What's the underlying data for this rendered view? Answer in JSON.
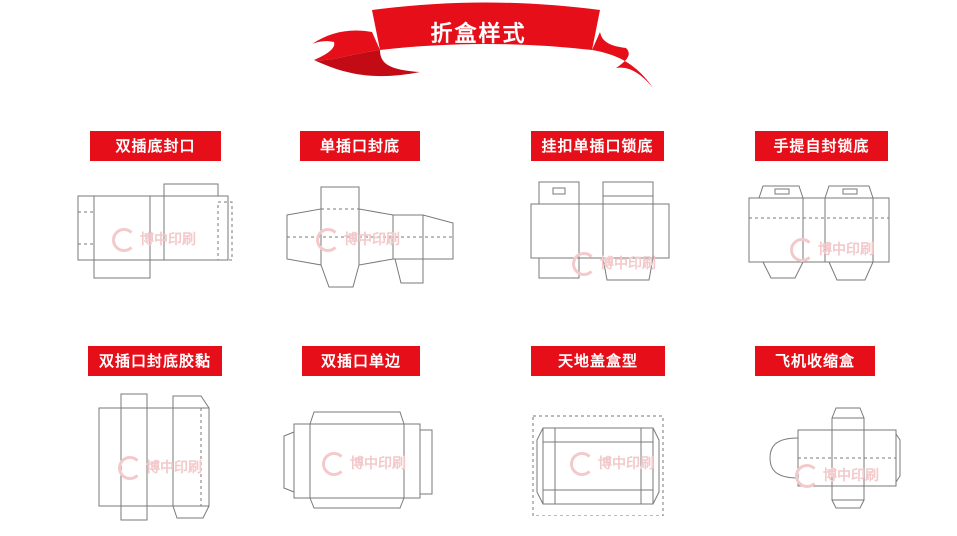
{
  "banner": {
    "title": "折盒样式",
    "color": "#e50e19"
  },
  "boxes": [
    {
      "label": "双插底封口"
    },
    {
      "label": "单插口封底"
    },
    {
      "label": "挂扣单插口锁底"
    },
    {
      "label": "手提自封锁底"
    },
    {
      "label": "双插口封底胶黏"
    },
    {
      "label": "双插口单边"
    },
    {
      "label": "天地盖盒型"
    },
    {
      "label": "飞机收缩盒"
    }
  ],
  "watermark": {
    "text": "博中印刷"
  }
}
